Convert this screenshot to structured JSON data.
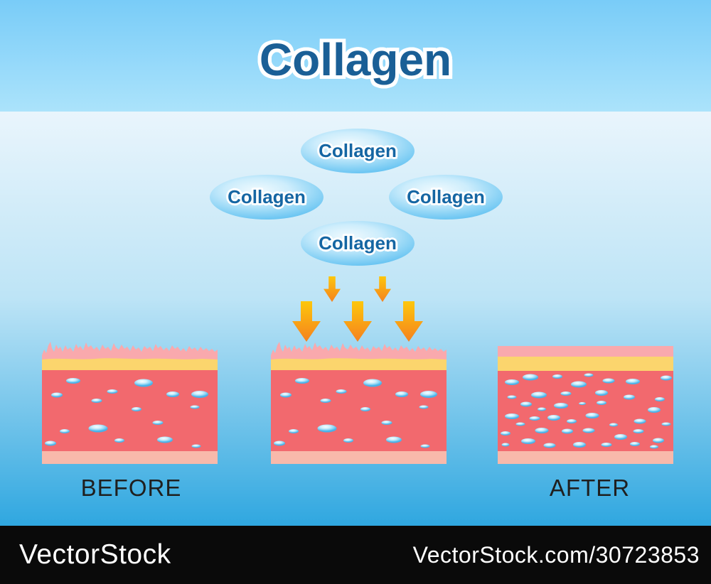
{
  "title": "Collagen",
  "bubble_label": "Collagen",
  "labels": {
    "before": "BEFORE",
    "after": "AFTER"
  },
  "watermark": {
    "brand": "VectorStock",
    "credit": "VectorStock.com/30723853"
  },
  "colors": {
    "bg-top1": "#79ccf8",
    "bg-top2": "#abe3fb",
    "bg-main1": "#e9f5fc",
    "bg-main2": "#bde4f6",
    "bg-main3": "#2fa7e0",
    "bar": "#0a0a0a",
    "wm-text": "#ffffff",
    "title": "#1a5f96",
    "bubble-text": "#1566a3",
    "epidermis": "#f9a9ad",
    "corneum": "#fbd56d",
    "dermis": "#f2696e",
    "hypodermis": "#f8b9ab",
    "arrow-top": "#fdc70c",
    "arrow-bottom": "#f5811e",
    "label": "#1f1f1f"
  },
  "diagram": {
    "before_droplets": [
      [
        17.8,
        13,
        20
      ],
      [
        58,
        16,
        26
      ],
      [
        40,
        26,
        15
      ],
      [
        8.5,
        31,
        16
      ],
      [
        74.5,
        30,
        18
      ],
      [
        90,
        30,
        24
      ],
      [
        31,
        38,
        15
      ],
      [
        54,
        48,
        14
      ],
      [
        87,
        46,
        13
      ],
      [
        66,
        65,
        15
      ],
      [
        32,
        72,
        27
      ],
      [
        13,
        75,
        14
      ],
      [
        70,
        86,
        22
      ],
      [
        44,
        87,
        14
      ],
      [
        5,
        90,
        16
      ],
      [
        88,
        94,
        13
      ]
    ],
    "after_droplets": [
      [
        18.6,
        8,
        22
      ],
      [
        8,
        14,
        20
      ],
      [
        34,
        7,
        14
      ],
      [
        52,
        5,
        13
      ],
      [
        46,
        17,
        22
      ],
      [
        63,
        12,
        17
      ],
      [
        77,
        13,
        20
      ],
      [
        96,
        9,
        16
      ],
      [
        23.5,
        30,
        22
      ],
      [
        8,
        33,
        13
      ],
      [
        39,
        28,
        15
      ],
      [
        59,
        27,
        18
      ],
      [
        75,
        33,
        16
      ],
      [
        92.5,
        35,
        14
      ],
      [
        16,
        42,
        16
      ],
      [
        36,
        43,
        20
      ],
      [
        59,
        40,
        14
      ],
      [
        48,
        41,
        10
      ],
      [
        25,
        48,
        12
      ],
      [
        89,
        49,
        18
      ],
      [
        8,
        57,
        20
      ],
      [
        21,
        59,
        15
      ],
      [
        32,
        58,
        18
      ],
      [
        42,
        63,
        14
      ],
      [
        54,
        56,
        19
      ],
      [
        66,
        67,
        12
      ],
      [
        81,
        63,
        17
      ],
      [
        96,
        66,
        13
      ],
      [
        13,
        66,
        13
      ],
      [
        4.5,
        78,
        14
      ],
      [
        25,
        74,
        19
      ],
      [
        39.5,
        75,
        16
      ],
      [
        52,
        74,
        17
      ],
      [
        70,
        82,
        18
      ],
      [
        80,
        75,
        15
      ],
      [
        91.5,
        87,
        16
      ],
      [
        17.5,
        88,
        20
      ],
      [
        29.5,
        93,
        17
      ],
      [
        46.5,
        92,
        18
      ],
      [
        62,
        92,
        15
      ],
      [
        78,
        91,
        14
      ],
      [
        89,
        95,
        12
      ],
      [
        4.5,
        92,
        11
      ]
    ]
  }
}
